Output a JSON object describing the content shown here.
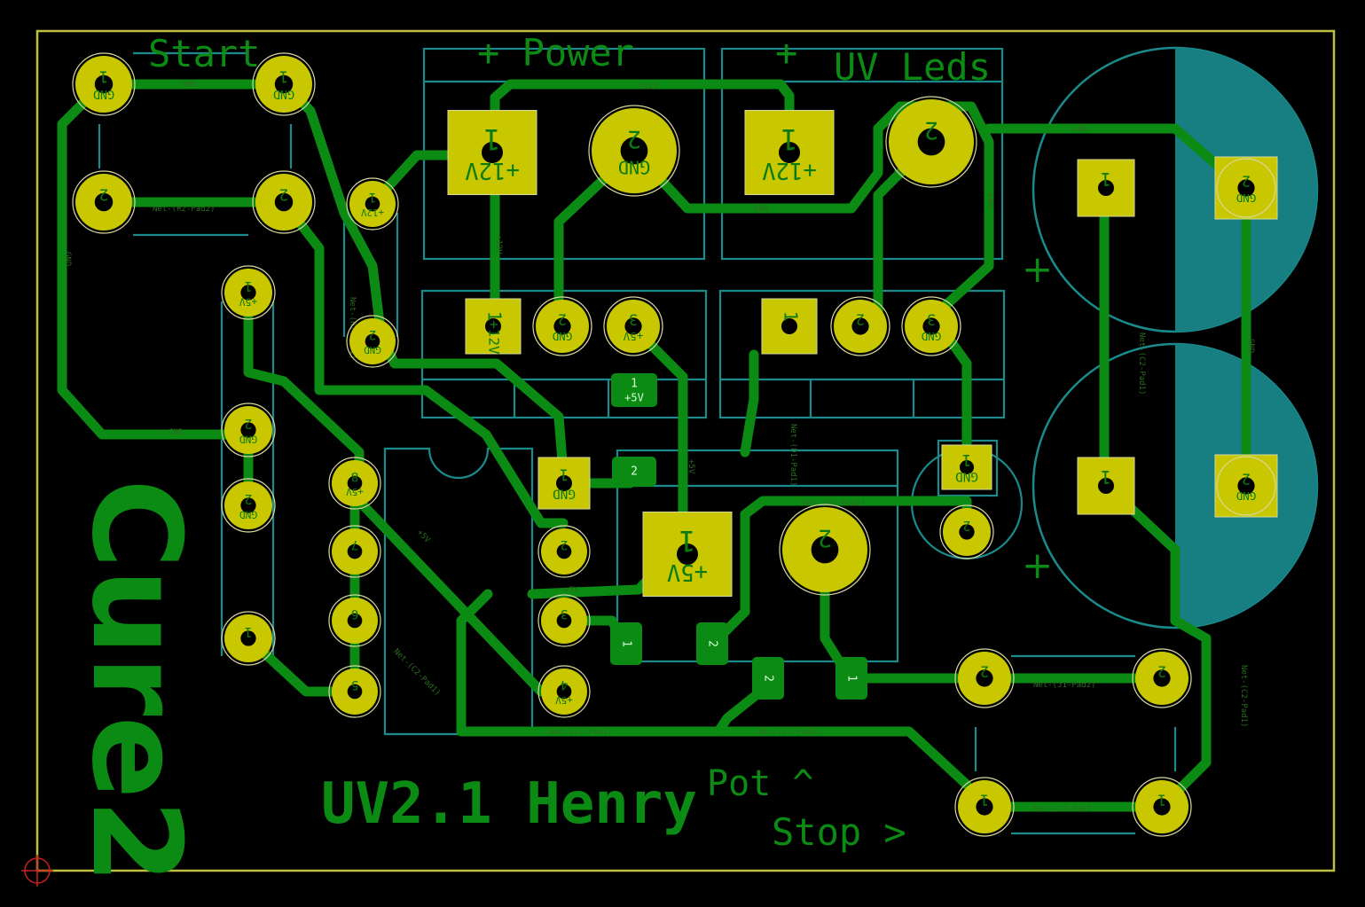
{
  "colors": {
    "background": "#000000",
    "copper": "#0b8a14",
    "pad": "#c9c800",
    "pad_text": "#0b7a12",
    "silkscreen": "#0b8a14",
    "courtyard": "#1a8b8c",
    "board_edge": "#c0c040",
    "capacitor_fill": "#177f82",
    "origin_marker": "#cc2020"
  },
  "silkscreen": {
    "start": "Start",
    "power": "+ Power",
    "uv_plus": "+",
    "uv_leds": "UV Leds",
    "board_name": "Cure2",
    "version": "UV2.1 Henry",
    "pot": "Pot ^",
    "stop": "Stop >",
    "cap_plus": "+"
  },
  "pads": {
    "sw_start": [
      {
        "num": "1",
        "net": "GND"
      },
      {
        "num": "1",
        "net": "GND"
      },
      {
        "num": "2",
        "net": ""
      },
      {
        "num": "2",
        "net": ""
      }
    ],
    "j_12v_small": [
      {
        "num": "1",
        "net": "+12V"
      },
      {
        "num": "2",
        "net": "GND"
      }
    ],
    "power_block": [
      {
        "num": "1",
        "net": "+12V"
      },
      {
        "num": "2",
        "net": "GND"
      }
    ],
    "uv_block": [
      {
        "num": "1",
        "net": "+12V"
      },
      {
        "num": "2",
        "net": ""
      }
    ],
    "reg_header": [
      {
        "num": "1",
        "net": "+12V"
      },
      {
        "num": "2",
        "net": "GND"
      },
      {
        "num": "3",
        "net": "+5V"
      }
    ],
    "uv_header": [
      {
        "num": "1",
        "net": ""
      },
      {
        "num": "2",
        "net": ""
      },
      {
        "num": "3",
        "net": "GND"
      }
    ],
    "left_header": [
      {
        "num": "1",
        "net": "+5V"
      },
      {
        "num": "2",
        "net": "GND"
      },
      {
        "num": "2",
        "net": "GND"
      },
      {
        "num": "1",
        "net": ""
      }
    ],
    "ic_left": [
      {
        "num": "8",
        "net": "+5V"
      },
      {
        "num": "7",
        "net": ""
      },
      {
        "num": "6",
        "net": ""
      },
      {
        "num": "5",
        "net": ""
      }
    ],
    "ic_right": [
      {
        "num": "1",
        "net": "GND"
      },
      {
        "num": "2",
        "net": ""
      },
      {
        "num": "3",
        "net": ""
      },
      {
        "num": "4",
        "net": "+5V"
      }
    ],
    "smd_5v": {
      "num": "1",
      "net": "+5V"
    },
    "smd_2": {
      "num": "2"
    },
    "led_block": [
      {
        "num": "1",
        "net": "+5V"
      },
      {
        "num": "2",
        "net": ""
      }
    ],
    "smd_row": [
      {
        "num": "1"
      },
      {
        "num": "2"
      },
      {
        "num": "2"
      },
      {
        "num": "1"
      }
    ],
    "mosfet": [
      {
        "num": "1",
        "net": "GND"
      },
      {
        "num": "2",
        "net": ""
      }
    ],
    "caps": [
      {
        "num": "1",
        "net": ""
      },
      {
        "num": "2",
        "net": "GND"
      },
      {
        "num": "1",
        "net": ""
      },
      {
        "num": "2",
        "net": "GND"
      }
    ],
    "sw_stop": [
      {
        "num": "2",
        "net": ""
      },
      {
        "num": "2",
        "net": ""
      },
      {
        "num": "1",
        "net": ""
      },
      {
        "num": "1",
        "net": ""
      }
    ]
  },
  "net_labels": {
    "gnd": "GND",
    "v12": "+12V",
    "v5": "+5V",
    "net_r2": "Net-(R2-Pad2)",
    "net_c2_pad2": "Net-(C2-Pad2)",
    "net_d1_pad2": "Net-(D1-Pad2)",
    "net_c2_pad1": "Net-(C2-Pad1)",
    "net_j1_pad2": "Net-(J1-Pad2)",
    "net_r2_pad1": "Net-(R2-Pad1)",
    "net_d1_pad1": "Net-(D1-Pad1)",
    "net_j1_pad1": "Net-(J1-Pad1)"
  }
}
